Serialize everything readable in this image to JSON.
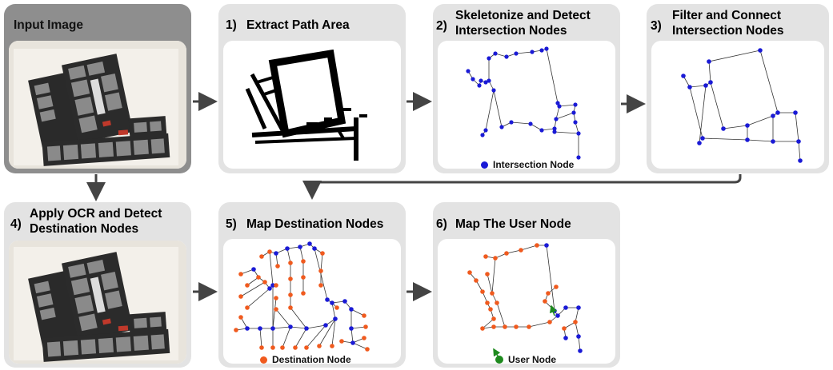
{
  "colors": {
    "intersection": "#1a1ad6",
    "destination": "#f05a1e",
    "user": "#1e8a1e",
    "panel": "#e3e3e3",
    "panel_dark": "#8e8e8e",
    "arrow": "#444444"
  },
  "panels": {
    "input": {
      "title": "Input Image"
    },
    "p1": {
      "num": "1)",
      "title": "Extract Path Area"
    },
    "p2": {
      "num": "2)",
      "title_l1": "Skeletonize and Detect",
      "title_l2": "Intersection Nodes",
      "legend": "Intersection Node"
    },
    "p3": {
      "num": "3)",
      "title_l1": "Filter and Connect",
      "title_l2": "Intersection Nodes"
    },
    "p4": {
      "num": "4)",
      "title_l1": "Apply OCR and Detect",
      "title_l2": "Destination Nodes"
    },
    "p5": {
      "num": "5)",
      "title": "Map Destination Nodes",
      "legend": "Destination Node"
    },
    "p6": {
      "num": "6)",
      "title": "Map The User Node",
      "legend": "User Node"
    }
  }
}
